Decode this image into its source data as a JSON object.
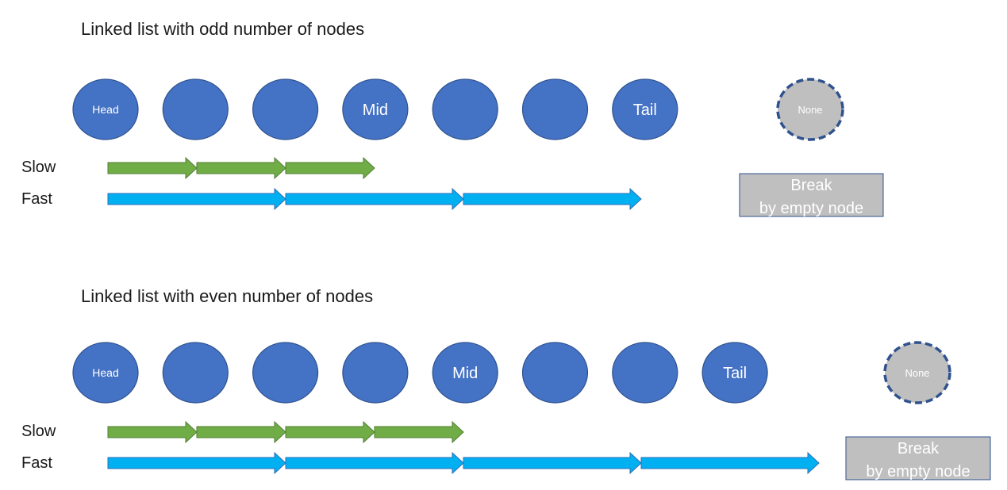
{
  "sections": [
    {
      "title": "Linked list with odd number of nodes",
      "nodes": [
        "Head",
        "",
        "",
        "Mid",
        "",
        "",
        "Tail"
      ],
      "none_label": "None",
      "slow_label": "Slow",
      "fast_label": "Fast",
      "slow_steps": 3,
      "fast_steps": 3,
      "break_lines": [
        "Break",
        "by empty node"
      ]
    },
    {
      "title": "Linked list with even number of nodes",
      "nodes": [
        "Head",
        "",
        "",
        "",
        "Mid",
        "",
        "",
        "Tail"
      ],
      "none_label": "None",
      "slow_label": "Slow",
      "fast_label": "Fast",
      "slow_steps": 4,
      "fast_steps": 4,
      "break_lines": [
        "Break",
        "by empty node"
      ]
    }
  ],
  "colors": {
    "node_fill": "#4472C4",
    "node_stroke": "#2F528F",
    "none_fill": "#BFBFBF",
    "none_stroke": "#2F528F",
    "slow_arrow": "#70AD47",
    "slow_arrow_stroke": "#507E32",
    "fast_arrow": "#00B0F0",
    "fast_arrow_stroke": "#2F6EBA",
    "break_fill": "#BFBFBF",
    "break_stroke": "#2F528F"
  }
}
